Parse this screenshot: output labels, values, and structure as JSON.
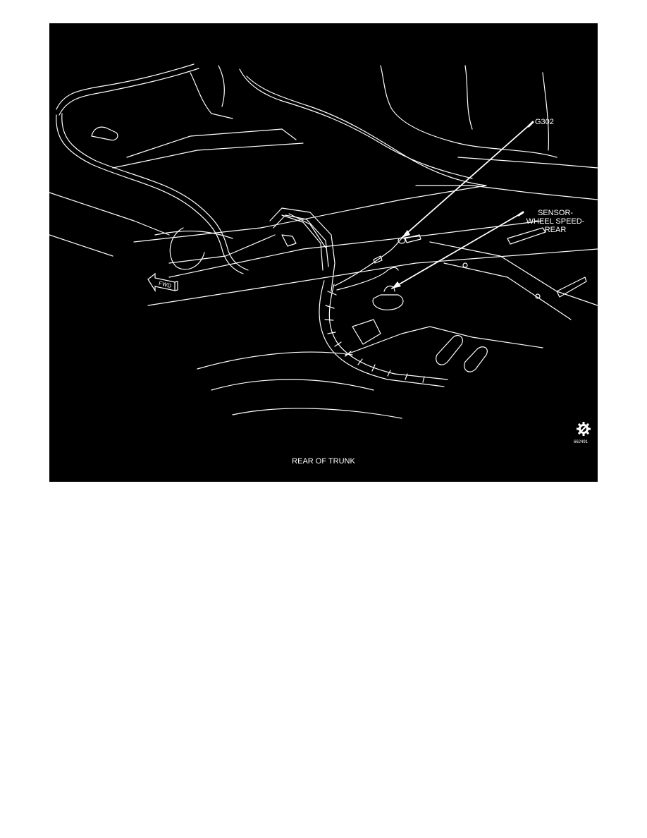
{
  "figure": {
    "background": "#000000",
    "line_color": "#ffffff",
    "callouts": {
      "ground": "G302",
      "sensor_line1": "SENSOR-",
      "sensor_line2": "WHEEL SPEED-",
      "sensor_line3": "REAR"
    },
    "direction_arrow": "FWD",
    "caption": "REAR OF TRUNK",
    "figure_number": "662491",
    "logo_icon": "gear-slash-logo-icon"
  }
}
